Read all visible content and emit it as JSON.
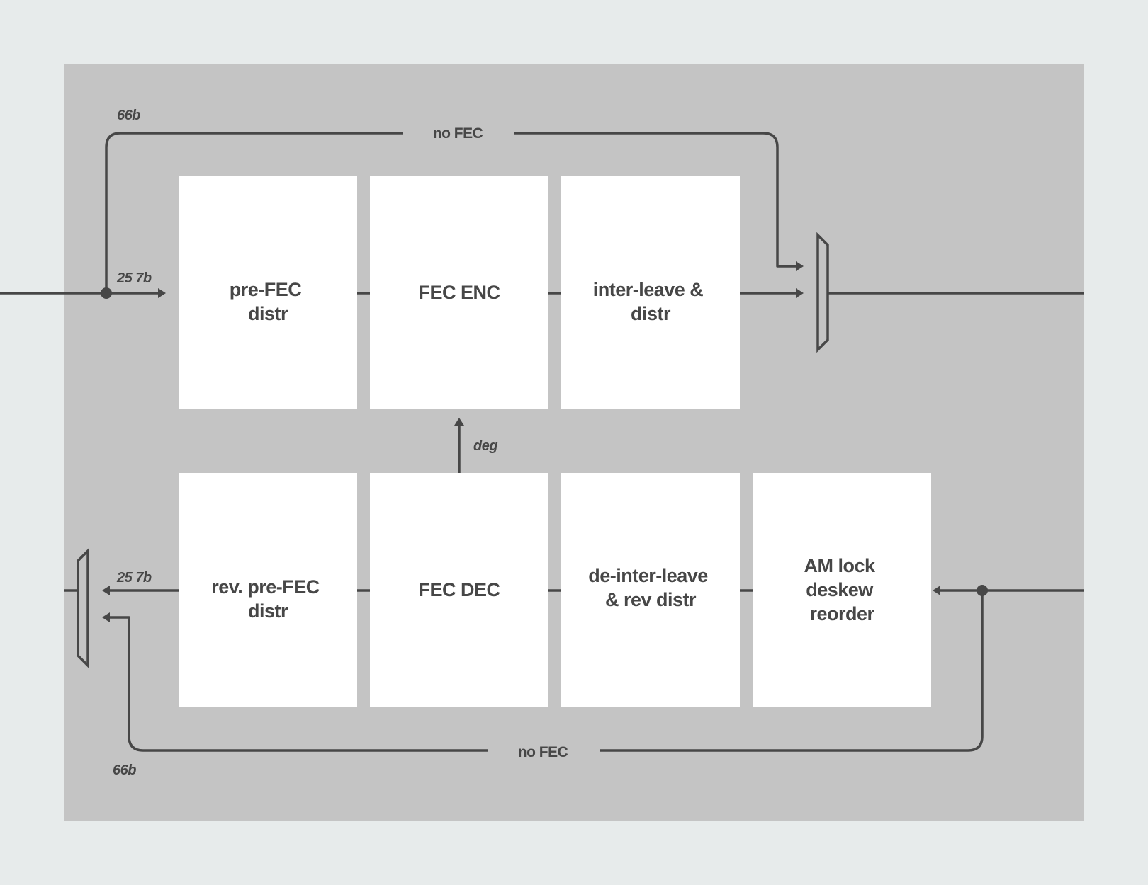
{
  "diagram": {
    "tx_blocks": [
      {
        "id": "pre-fec-distr",
        "lines": [
          "pre-FEC",
          "distr"
        ]
      },
      {
        "id": "fec-enc",
        "lines": [
          "FEC ENC"
        ]
      },
      {
        "id": "interleave-distr",
        "lines": [
          "inter-leave &",
          "distr"
        ]
      }
    ],
    "rx_blocks": [
      {
        "id": "rev-pre-fec-distr",
        "lines": [
          "rev. pre-FEC",
          "distr"
        ]
      },
      {
        "id": "fec-dec",
        "lines": [
          "FEC DEC"
        ]
      },
      {
        "id": "deinterleave-rev-distr",
        "lines": [
          "de-inter-leave",
          "& rev distr"
        ]
      },
      {
        "id": "am-lock-deskew-reorder",
        "lines": [
          "AM lock",
          "deskew",
          "reorder"
        ]
      }
    ],
    "tx_bypass_label": "no FEC",
    "rx_bypass_label": "no FEC",
    "tx_bypass_width": "66b",
    "rx_bypass_width": "66b",
    "tx_fec_width": "25 7b",
    "rx_fec_width": "25 7b",
    "degrade_label": "deg"
  },
  "colors": {
    "background": "#e7ebeb",
    "panel": "#c4c4c4",
    "block": "#ffffff",
    "ink": "#474747"
  }
}
